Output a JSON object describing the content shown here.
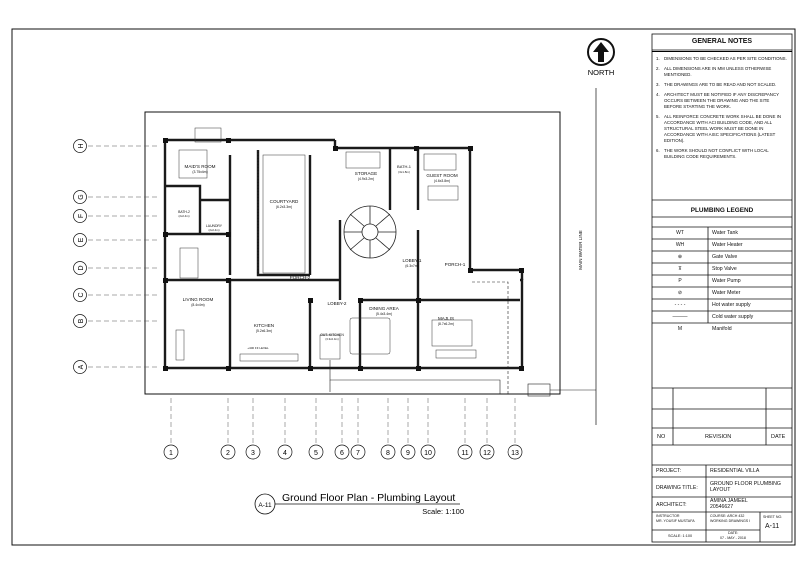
{
  "north_label": "NORTH",
  "general_notes": {
    "title": "GENERAL NOTES",
    "items": [
      {
        "n": "1.",
        "text": "DIMENSIONS TO BE CHECKED AS PER SITE CONDITIONS."
      },
      {
        "n": "2.",
        "text": "ALL DIMENSIONS ARE IN MM UNLESS OTHERWISE MENTIONED."
      },
      {
        "n": "3.",
        "text": "THE DRAWINGS ARE TO BE READ AND NOT SCALED."
      },
      {
        "n": "4.",
        "text": "ARCHITECT MUST BE NOTIFIED IF ANY DISCREPANCY OCCURS BETWEEN THE DRAWING AND THE SITE BEFORE STARTING THE WORK."
      },
      {
        "n": "5.",
        "text": "ALL REINFORCE CONCRETE WORK SHALL BE DONE IN ACCORDANCE WITH ACI BUILDING CODE, AND ALL STRUCTURAL STEEL WORK MUST BE DONE IN ACCORDANCE WITH AISC SPECIFICATIONS (LATEST EDITION)."
      },
      {
        "n": "6.",
        "text": "THE WORK SHOULD NOT CONFLICT WITH LOCAL BUILDING CODE REQUIREMENTS."
      }
    ]
  },
  "plumbing_legend": {
    "title": "PLUMBING LEGEND",
    "items": [
      {
        "symbol": "WT",
        "label": "Water Tank"
      },
      {
        "symbol": "WH",
        "label": "Water Heater"
      },
      {
        "symbol": "⊕",
        "label": "Gate Valve"
      },
      {
        "symbol": "⊼",
        "label": "Stop Valve"
      },
      {
        "symbol": "P",
        "label": "Water Pump"
      },
      {
        "symbol": "⊘",
        "label": "Water Meter"
      },
      {
        "symbol": "- - - -",
        "label": "Hot water supply"
      },
      {
        "symbol": "———",
        "label": "Cold water supply"
      },
      {
        "symbol": "M",
        "label": "Manifold"
      }
    ]
  },
  "revision": {
    "no_label": "NO",
    "revision_label": "REVISION",
    "date_label": "DATE"
  },
  "title_block": {
    "project_label": "PROJECT:",
    "project": "RESIDENTIAL VILLA",
    "drawing_title_label": "DRAWING TITLE:",
    "drawing_title": "GROUND FLOOR PLUMBING LAYOUT",
    "architect_label": "ARCHITECT:",
    "architect_name": "AMINA JAMEEL",
    "architect_id": "20546627",
    "instructor_label": "INSTRUCTOR",
    "instructor": "MR. YOUSIF MUSTAFA",
    "course_label": "COURSE: ARCH 432",
    "course_sub": "WORKING DRAWINGS I",
    "sheet_label": "SHEET NO.",
    "sheet": "A-11",
    "scale_small": "SCALE: 1:100",
    "date_label": "DATE:",
    "date": "07 - MAY - 2018"
  },
  "plan": {
    "title": "Ground Floor Plan - Plumbing Layout",
    "scale": "Scale: 1:100",
    "sheet_tag": "A-11",
    "main_water_line": "MAIN WATER LINE",
    "grid_letters": [
      "H",
      "G",
      "F",
      "E",
      "D",
      "C",
      "B",
      "A"
    ],
    "grid_numbers": [
      "1",
      "2",
      "3",
      "4",
      "5",
      "6",
      "7",
      "8",
      "9",
      "10",
      "11",
      "12",
      "13"
    ],
    "rooms": [
      {
        "name": "MAID'S ROOM",
        "size": "(3.75x4m)"
      },
      {
        "name": "BATH-2",
        "size": "(2x2.4m)"
      },
      {
        "name": "LAUNDRY",
        "size": "(2x2.4m)"
      },
      {
        "name": "COURTYARD",
        "size": "(6.2x3.3m)"
      },
      {
        "name": "STORAGE",
        "size": "(4.9x3.2m)"
      },
      {
        "name": "BATH-1",
        "size": "(3x1.8m)"
      },
      {
        "name": "GUEST ROOM",
        "size": "(4.6x3.8m)"
      },
      {
        "name": "LOBBY-1",
        "size": "(6.3x7m)"
      },
      {
        "name": "PORCH-1",
        "size": ""
      },
      {
        "name": "PORCH-2",
        "size": ""
      },
      {
        "name": "LIVING ROOM",
        "size": "(8.4x4m)"
      },
      {
        "name": "KITCHEN",
        "size": "(5.2x6.3m)"
      },
      {
        "name": "LOBBY-2",
        "size": ""
      },
      {
        "name": "OUT. KITCHEN",
        "size": "(3.3x2.4m)"
      },
      {
        "name": "DINING AREA",
        "size": "(5.4x3.4m)"
      },
      {
        "name": "MAJLIS",
        "size": "(8.7x6.2m)"
      }
    ],
    "level_tag": "+400 FF LEVEL"
  },
  "colors": {
    "ink": "#111111",
    "grid": "#444444",
    "wall": "#1a1a1a"
  }
}
